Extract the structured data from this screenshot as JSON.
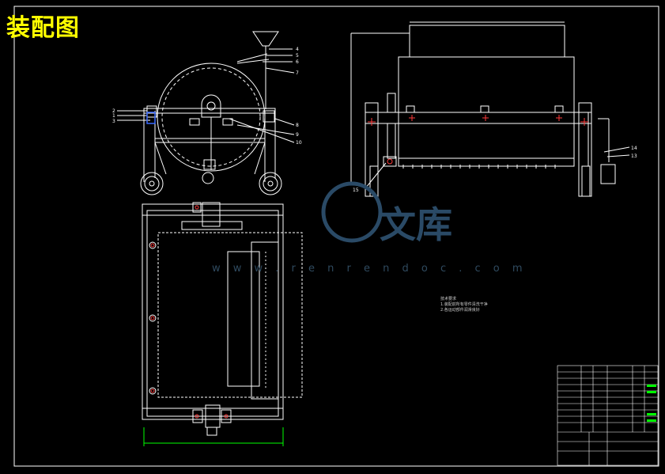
{
  "drawing": {
    "title": "装配图",
    "watermark_brand": "文库",
    "watermark_url": "w w w . r e n r e n d o c . c o m",
    "callouts_right": [
      "4",
      "5",
      "6",
      "7",
      "8",
      "9",
      "10"
    ],
    "callouts_left": [
      "2",
      "1",
      "3"
    ],
    "callouts_side": [
      "14",
      "13",
      "15"
    ],
    "notes": [
      "技术要求",
      "1.装配前所有零件清洗干净",
      "2.各运动部件润滑良好"
    ]
  },
  "colors": {
    "background": "#000000",
    "line": "#ffffff",
    "title": "#ffff00",
    "dimension": "#00ff00",
    "marker": "#ff3b3b",
    "highlight": "#3b6bff",
    "watermark": "#2a4a66"
  }
}
